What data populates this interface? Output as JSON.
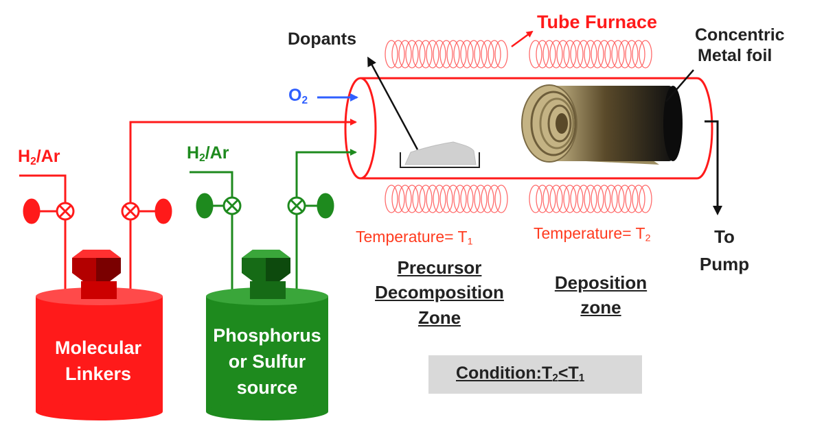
{
  "labels": {
    "tube_furnace": "Tube Furnace",
    "dopants": "Dopants",
    "concentric_line1": "Concentric",
    "concentric_line2": "Metal foil",
    "o2_main": "O",
    "o2_sub": "2",
    "h2ar_red_main": "H",
    "h2ar_red_sub": "2",
    "h2ar_red_tail": "/Ar",
    "h2ar_green_main": "H",
    "h2ar_green_sub": "2",
    "h2ar_green_tail": "/Ar",
    "temp1_main": "Temperature= T",
    "temp1_sub": "1",
    "temp2_main": "Temperature= T",
    "temp2_sub": "2",
    "precursor_line1": "Precursor",
    "precursor_line2": "Decomposition",
    "precursor_line3": "Zone",
    "deposition_line1": "Deposition",
    "deposition_line2": "zone",
    "pump_line1": "To",
    "pump_line2": "Pump",
    "red_tank_line1": "Molecular",
    "red_tank_line2": "Linkers",
    "green_tank_line1": "Phosphorus",
    "green_tank_line2": "or Sulfur",
    "green_tank_line3": "source",
    "condition_main": "Condition:T",
    "condition_sub1": "2",
    "condition_mid": "<T",
    "condition_sub2": "1"
  },
  "colors": {
    "red_line": "#ff1a1a",
    "green_line": "#1e8a1e",
    "blue_arrow": "#2f5fff",
    "coil": "#ff6b6b",
    "condition_box": "#d9d9d9"
  }
}
